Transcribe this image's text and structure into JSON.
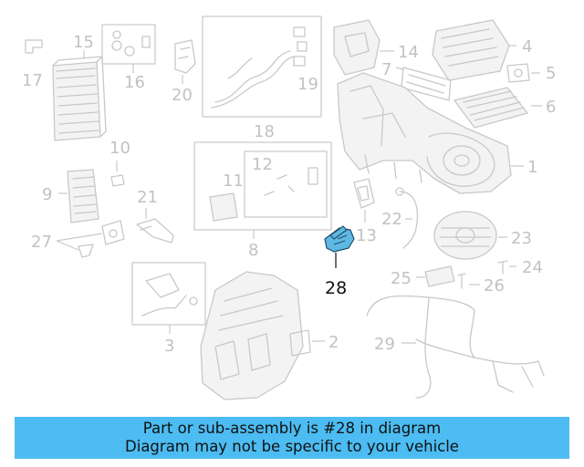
{
  "diagram": {
    "callouts": {
      "n1": "1",
      "n2": "2",
      "n3": "3",
      "n4": "4",
      "n5": "5",
      "n6": "6",
      "n7": "7",
      "n8": "8",
      "n9": "9",
      "n10": "10",
      "n11": "11",
      "n12": "12",
      "n13": "13",
      "n14": "14",
      "n15": "15",
      "n16": "16",
      "n17": "17",
      "n18": "18",
      "n19": "19",
      "n20": "20",
      "n21": "21",
      "n22": "22",
      "n23": "23",
      "n24": "24",
      "n25": "25",
      "n26": "26",
      "n27": "27",
      "n28": "28",
      "n29": "29"
    },
    "highlighted_part": "28",
    "highlight_color": "#5fb8e3"
  },
  "banner": {
    "line1": "Part or sub-assembly is #28 in diagram",
    "line2": "Diagram may not be specific to your vehicle",
    "background": "#4cbcf2"
  }
}
